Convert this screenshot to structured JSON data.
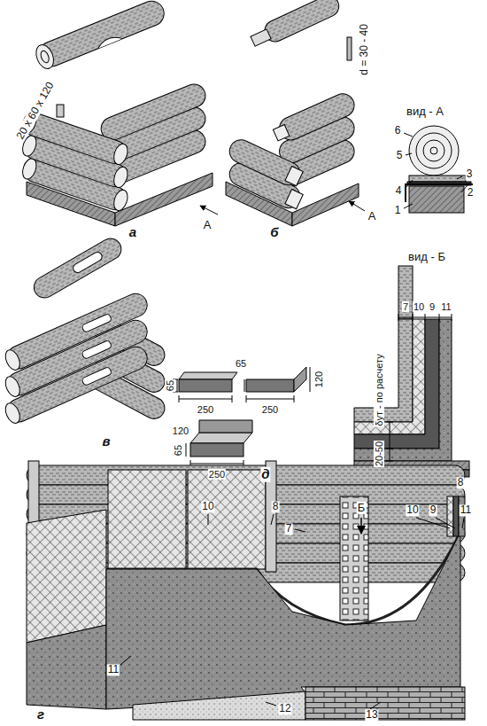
{
  "diagram": {
    "labels": [
      "20 x 60 x 120",
      "а",
      "А",
      "б",
      "d = 30 - 40",
      "А",
      "вид - А",
      "6",
      "5",
      "3",
      "2",
      "4",
      "1",
      "в",
      "65",
      "65",
      "250",
      "250",
      "120",
      "120",
      "65",
      "250",
      "д",
      "вид - Б",
      "7",
      "10",
      "9",
      "11",
      "δут - по расчету",
      "20-50",
      "8",
      "г",
      "10",
      "8",
      "7",
      "Б",
      "10",
      "9",
      "11",
      "11",
      "12",
      "13"
    ]
  }
}
